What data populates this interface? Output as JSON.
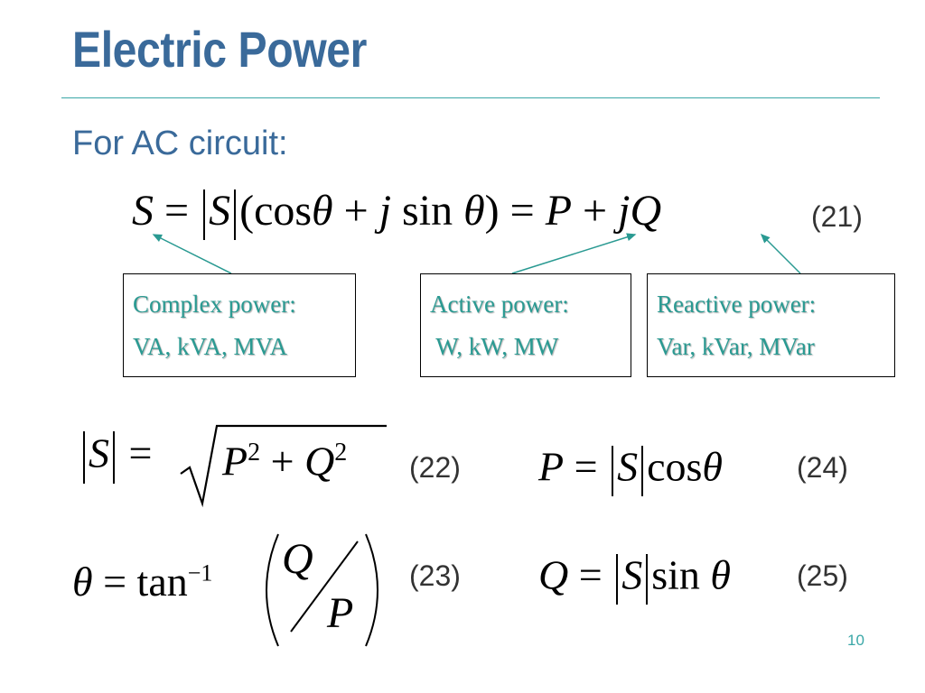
{
  "slide": {
    "title": "Electric Power",
    "subtitle": "For AC circuit:",
    "page_number": "10"
  },
  "equations": {
    "eq21_number": "(21)",
    "eq22_number": "(22)",
    "eq23_number": "(23)",
    "eq24_number": "(24)",
    "eq25_number": "(25)",
    "eq21": "S = |S|(cosθ + j sinθ) = P + jQ",
    "eq22": "|S| = √(P² + Q²)",
    "eq23": "θ = tan⁻¹(Q/P)",
    "eq24": "P = |S| cosθ",
    "eq25": "Q = |S| sinθ"
  },
  "boxes": {
    "complex": {
      "line1": "Complex power:",
      "line2": "VA, kVA, MVA"
    },
    "active": {
      "line1": "Active power:",
      "line2": " W, kW, MW"
    },
    "reactive": {
      "line1": "Reactive power:",
      "line2": "Var, kVar, MVar"
    }
  },
  "colors": {
    "title": "#3a6a9a",
    "accent": "#3aa7a7",
    "box_text": "#2a9a92"
  }
}
